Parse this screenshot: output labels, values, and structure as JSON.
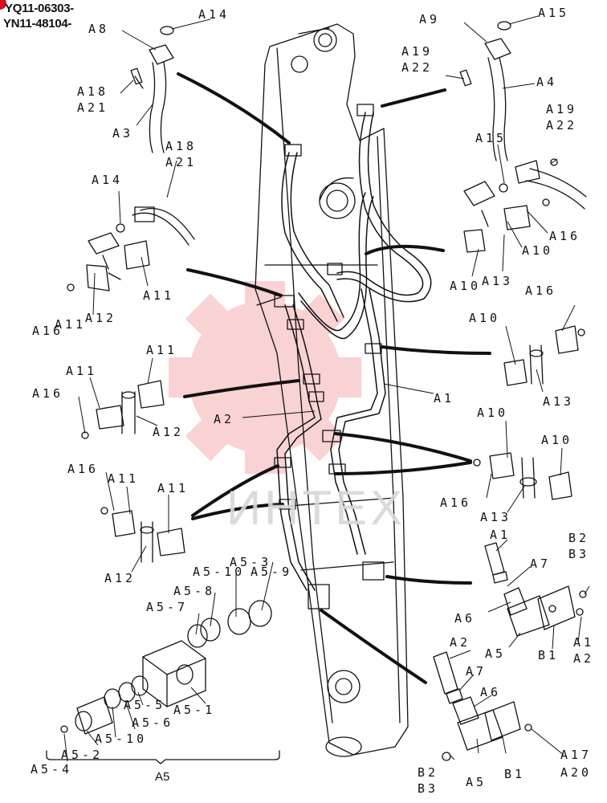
{
  "serials": [
    "YQ11-06303-",
    "YN11-48104-"
  ],
  "watermark": {
    "text": "ИНТЕХ",
    "color": "#e8373d"
  },
  "group_label": "A5",
  "labels": {
    "a14_tl": "A14",
    "a8": "A8",
    "a18_tl": "A18",
    "a21_tl": "A21",
    "a3": "A3",
    "a9": "A9",
    "a15_tr": "A15",
    "a19_tr": "A19",
    "a22_tr": "A22",
    "a4": "A4",
    "a18_ml": "A18",
    "a21_ml": "A21",
    "a14_ml": "A14",
    "a11_ml": "A11",
    "a16_ml": "A16",
    "a11b_ml": "A11",
    "a12_ml": "A12",
    "a19_mr": "A19",
    "a22_mr": "A22",
    "a15_mr": "A15",
    "a16_mr": "A16",
    "a10_mr": "A10",
    "a10b_mr": "A10",
    "a13_mr": "A13",
    "a11_l2": "A11",
    "a11b_l2": "A11",
    "a16_l2": "A16",
    "a12_l2": "A12",
    "a10_r2": "A10",
    "a16_r2": "A16",
    "a13_r2": "A13",
    "a2_mid": "A2",
    "a1_mid": "A1",
    "a10_r3": "A10",
    "a10b_r3": "A10",
    "a16_r3": "A16",
    "a13_r3": "A13",
    "a16_l3": "A16",
    "a11_l3": "A11",
    "a11b_l3": "A11",
    "a12_l3": "A12",
    "a1_r4": "A1",
    "b2_r4": "B2",
    "b3_r4": "B3",
    "a7_r4": "A7",
    "a6_r4": "A6",
    "a5_r4": "A5",
    "b1_r4": "B1",
    "a1b_r4": "A1",
    "a2_r4": "A2",
    "a5_3": "A5-3",
    "a5_10": "A5-10",
    "a5_9": "A5-9",
    "a5_8": "A5-8",
    "a5_7": "A5-7",
    "a5_1": "A5-1",
    "a5_5": "A5-5",
    "a5_6": "A5-6",
    "a5_10b": "A5-10",
    "a5_2": "A5-2",
    "a5_4": "A5-4",
    "a2_r5": "A2",
    "a7_r5": "A7",
    "a6_r5": "A6",
    "b2_r5": "B2",
    "b3_r5": "B3",
    "a5_r5": "A5",
    "b1_r5": "B1",
    "a17_r5": "A17",
    "a20_r5": "A20"
  }
}
